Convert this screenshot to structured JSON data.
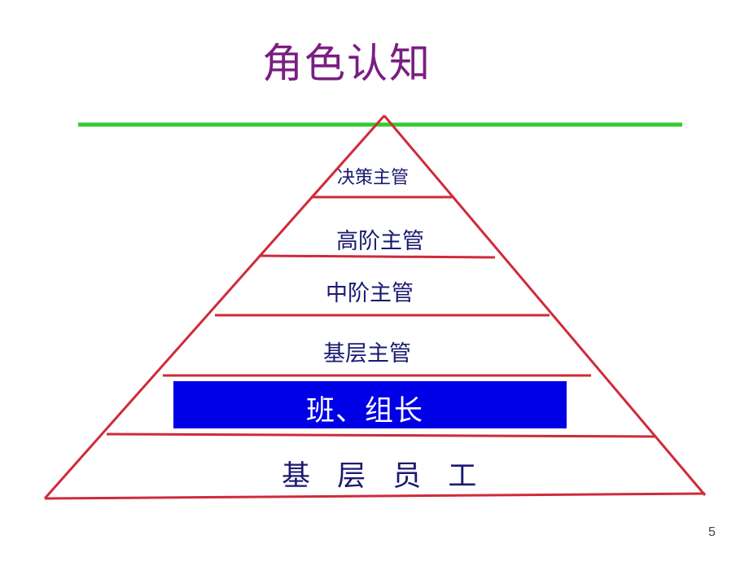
{
  "slide": {
    "title": "角色认知",
    "page_number": "5"
  },
  "pyramid": {
    "levels": [
      {
        "label": "决策主管"
      },
      {
        "label": "高阶主管"
      },
      {
        "label": "中阶主管"
      },
      {
        "label": "基层主管"
      },
      {
        "label": "班、组长",
        "highlighted": true
      },
      {
        "label": "基 层 员 工"
      }
    ]
  },
  "colors": {
    "title": "#7a1e82",
    "pyramid_outline": "#d02a3a",
    "top_line": "#33cc33",
    "highlight_band": "#0000e6",
    "level_text": "#1a1a70"
  }
}
